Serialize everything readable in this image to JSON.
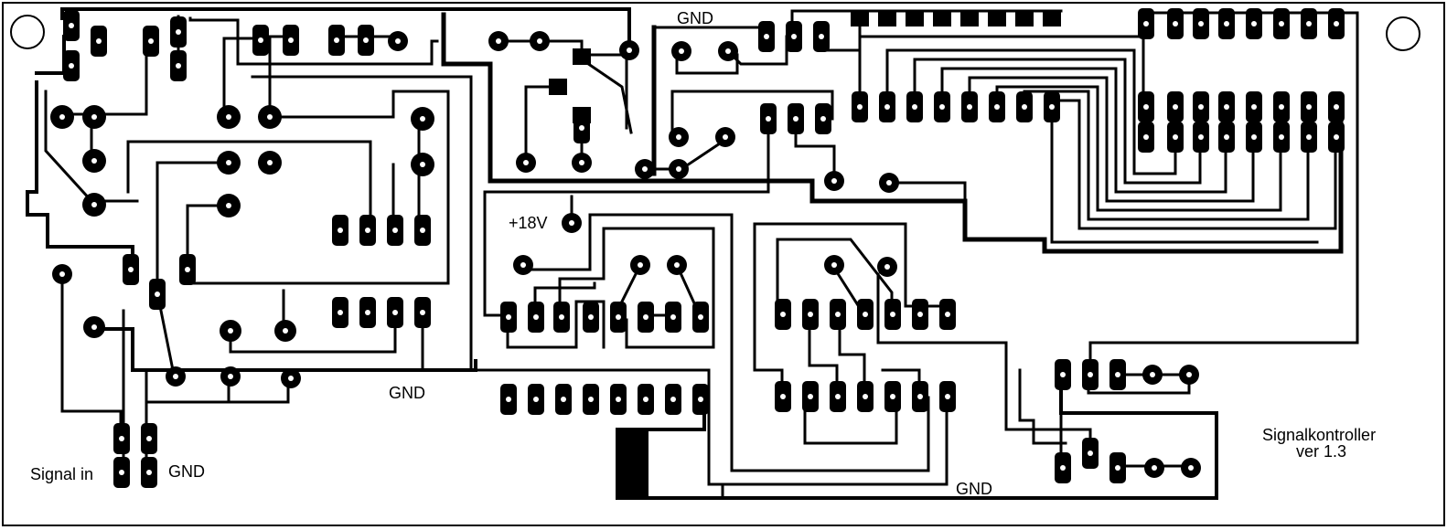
{
  "labels": {
    "gnd_top": "GND",
    "v18": "+18V",
    "gnd_mid": "GND",
    "signal_in": "Signal in",
    "gnd_left": "GND",
    "gnd_bottom": "GND",
    "title": "Signalkontroller",
    "version": "ver 1.3"
  },
  "colors": {
    "copper": "#000000",
    "hole": "#ffffff",
    "board": "#ffffff"
  }
}
